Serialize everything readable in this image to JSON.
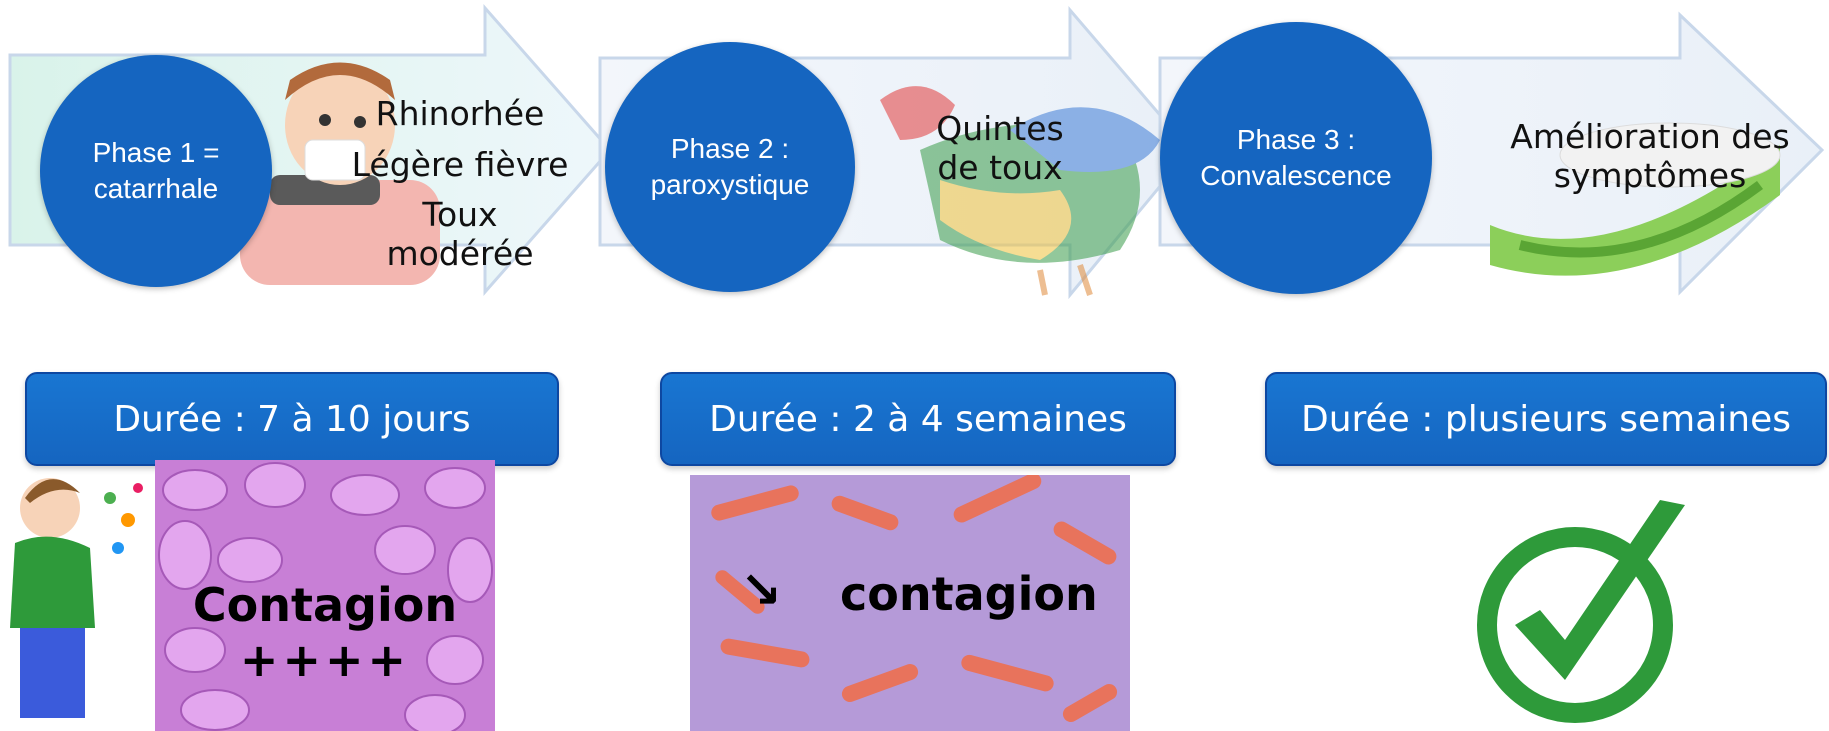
{
  "phases": [
    {
      "circle_label": "Phase 1 =\ncatarrhale",
      "symptoms": [
        "Rhinorhée",
        "Légère fièvre",
        "Toux modérée"
      ],
      "duration": "Durée : 7 à 10 jours",
      "contagion_line1": "Contagion",
      "contagion_line2": "++++"
    },
    {
      "circle_label": "Phase 2 :\nparoxystique",
      "symptom_line1": "Quintes",
      "symptom_line2": "de toux",
      "duration": "Durée : 2 à 4 semaines",
      "contagion_arrow": "↘",
      "contagion": "contagion"
    },
    {
      "circle_label": "Phase 3 :\nConvalescence",
      "symptom_line1": "Amélioration des",
      "symptom_line2": "symptômes",
      "duration": "Durée : plusieurs semaines"
    }
  ],
  "colors": {
    "circle": "#1565c0",
    "duration_box": "#1976d2",
    "arrow_fill": "#eef3fa",
    "arrow_stroke": "#c9d8ee",
    "bacteria_purple": "#c77bd8",
    "bacteria_red": "#e0664e",
    "check_green": "#2e9a3a"
  },
  "icons": [
    "person-sneezing-icon",
    "rooster-icon",
    "pillow-icon",
    "person-coughing-icon",
    "check-circle-icon"
  ]
}
